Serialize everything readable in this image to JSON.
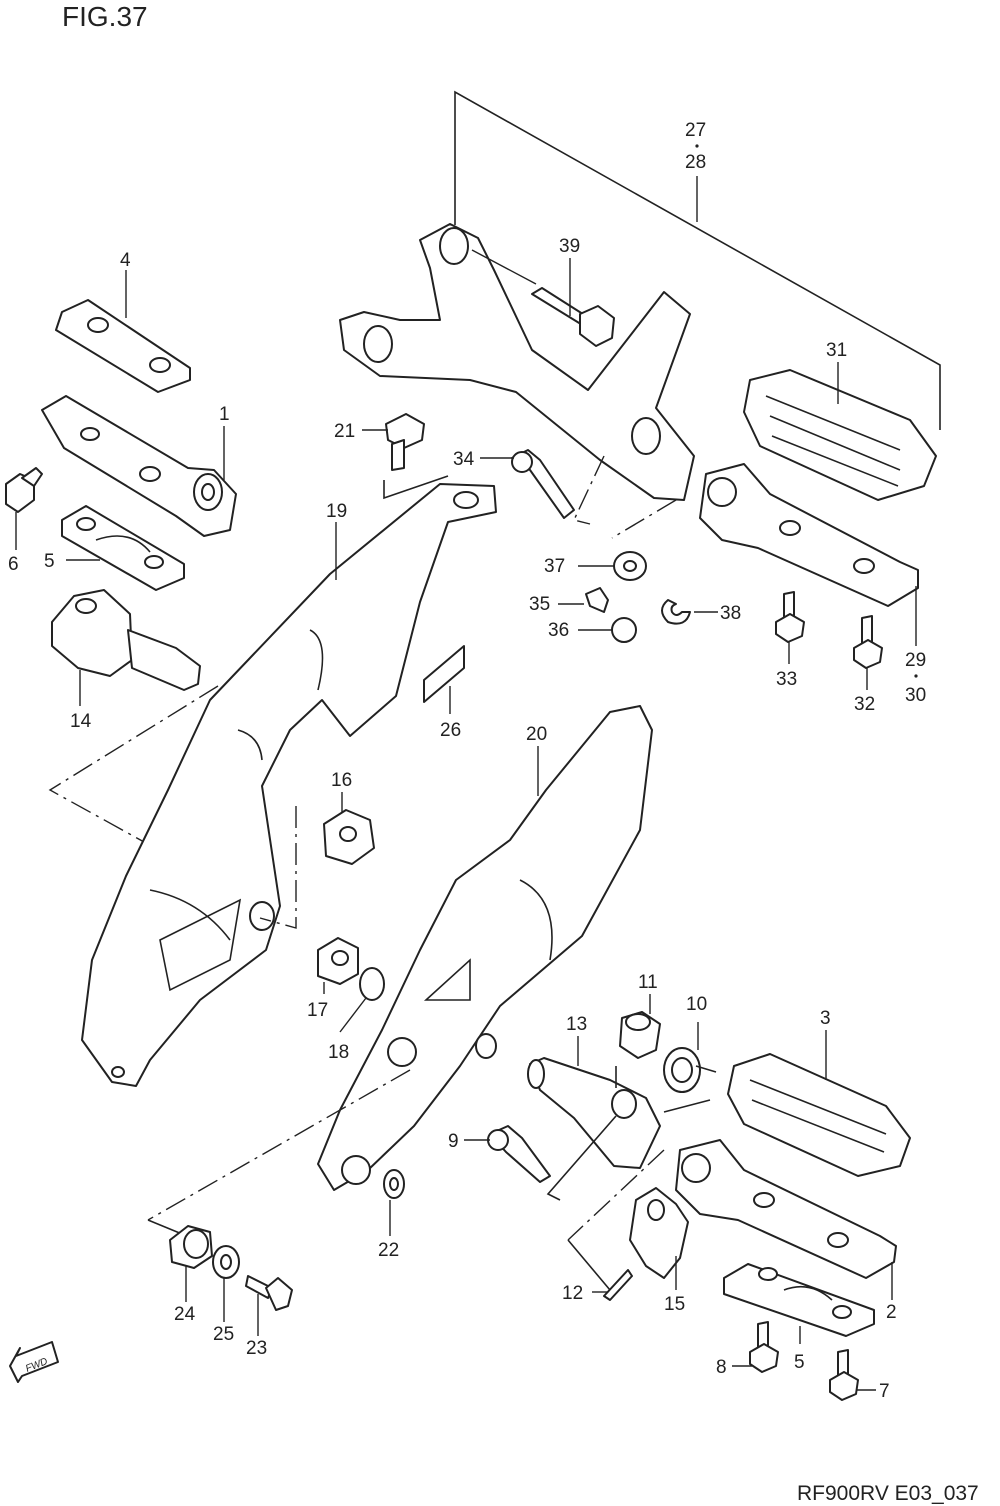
{
  "diagram": {
    "figure_label": "FIG.37",
    "code": "RF900RV E03_037",
    "fwd_label": "FWD",
    "callouts": {
      "c1": "1",
      "c2": "2",
      "c3": "3",
      "c4": "4",
      "c5a": "5",
      "c5b": "5",
      "c6": "6",
      "c7": "7",
      "c8": "8",
      "c9": "9",
      "c10": "10",
      "c11": "11",
      "c12": "12",
      "c13": "13",
      "c14": "14",
      "c15": "15",
      "c16": "16",
      "c17": "17",
      "c18": "18",
      "c19": "19",
      "c20": "20",
      "c21": "21",
      "c22": "22",
      "c23": "23",
      "c24": "24",
      "c25": "25",
      "c26": "26",
      "c27": "27",
      "c28": "28",
      "c29": "29",
      "c30": "30",
      "c31": "31",
      "c32": "32",
      "c33": "33",
      "c34": "34",
      "c35": "35",
      "c36": "36",
      "c37": "37",
      "c38": "38",
      "c39": "39"
    }
  }
}
